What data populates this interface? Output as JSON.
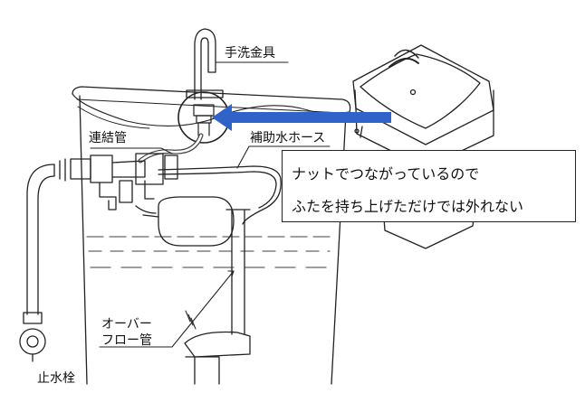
{
  "labels": {
    "faucet": "手洗金具",
    "connector_pipe": "連結管",
    "aux_hose": "補助水ホース",
    "overflow_line1": "オーバー",
    "overflow_line2": "フロー管",
    "stop_valve": "止水栓"
  },
  "callout": {
    "line1": "ナットでつながっているので",
    "line2": "ふたを持ち上げただけでは外れない"
  },
  "colors": {
    "arrow": "#2f63c8",
    "line": "#222222",
    "water_dash": "#666666"
  }
}
